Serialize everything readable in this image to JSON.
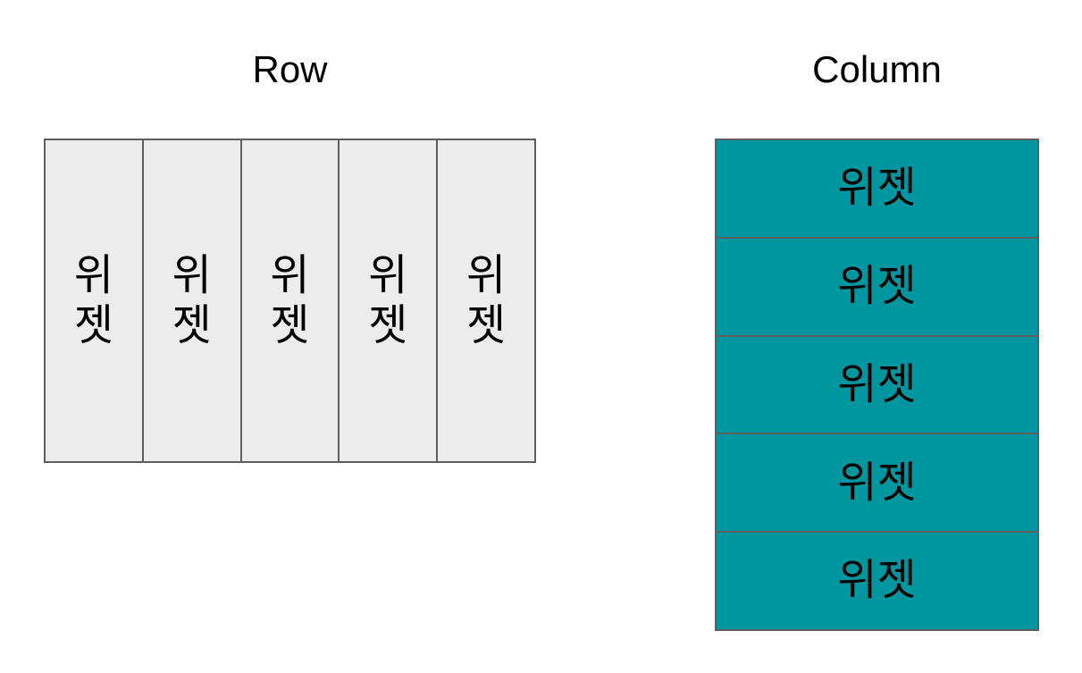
{
  "colors": {
    "background": "#ffffff",
    "row_cell_fill": "#ececec",
    "column_cell_fill": "#0096a0",
    "cell_border": "#5c5e60",
    "text": "#000000"
  },
  "row_section": {
    "title": "Row",
    "cells": [
      {
        "label": "위\n젯"
      },
      {
        "label": "위\n젯"
      },
      {
        "label": "위\n젯"
      },
      {
        "label": "위\n젯"
      },
      {
        "label": "위\n젯"
      }
    ]
  },
  "column_section": {
    "title": "Column",
    "cells": [
      {
        "label": "위젯"
      },
      {
        "label": "위젯"
      },
      {
        "label": "위젯"
      },
      {
        "label": "위젯"
      },
      {
        "label": "위젯"
      }
    ]
  }
}
